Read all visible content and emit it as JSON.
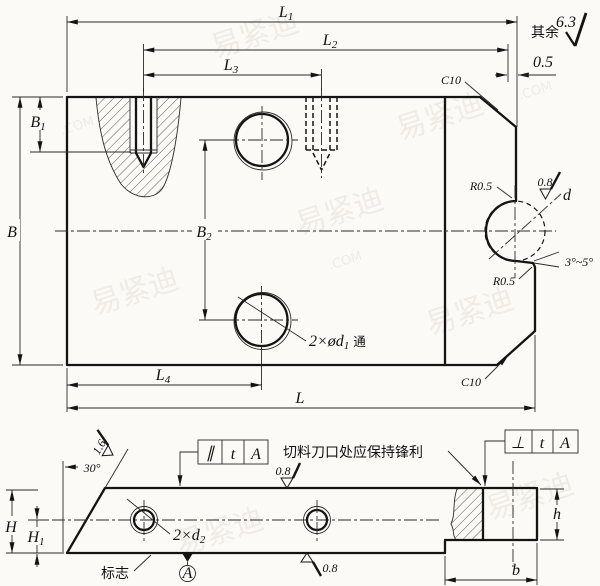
{
  "watermark": {
    "brand": "易紧迪",
    "suffix": ".COM"
  },
  "general_roughness": {
    "prefix": "其余",
    "value": "6.3"
  },
  "top_view": {
    "dim_L1": {
      "main": "L",
      "sub": "1"
    },
    "dim_L2": {
      "main": "L",
      "sub": "2"
    },
    "dim_L3": {
      "main": "L",
      "sub": "3"
    },
    "dim_L4": {
      "main": "L",
      "sub": "4"
    },
    "dim_L": "L",
    "dim_B": "B",
    "dim_B1": {
      "main": "B",
      "sub": "1"
    },
    "dim_B2": {
      "main": "B",
      "sub": "2"
    },
    "dim_offset": "0.5",
    "chamfer": "C10",
    "fillet": "R0.5",
    "taper_angle": "3°~5°",
    "notch_diameter": "d",
    "notch_roughness": "0.8",
    "holes_label": {
      "main": "2×ød",
      "sub": "1",
      "suffix": "通"
    }
  },
  "front_view": {
    "angle": "30°",
    "slant_roughness": "1.6",
    "parallelism_frame": {
      "symbol": "∥",
      "tolerance": "t",
      "datum": "A"
    },
    "perpendicularity_frame": {
      "symbol": "⊥",
      "tolerance": "t",
      "datum": "A"
    },
    "sharp_edge_note": "切料刀口处应保持锋利",
    "top_roughness": "0.8",
    "bottom_roughness": "0.8",
    "holes_label": {
      "main": "2×d",
      "sub": "2"
    },
    "mark_label": "标志",
    "datum_label": "A",
    "dim_H": "H",
    "dim_H1": {
      "main": "H",
      "sub": "1"
    },
    "dim_h": "h",
    "dim_b": "b"
  }
}
